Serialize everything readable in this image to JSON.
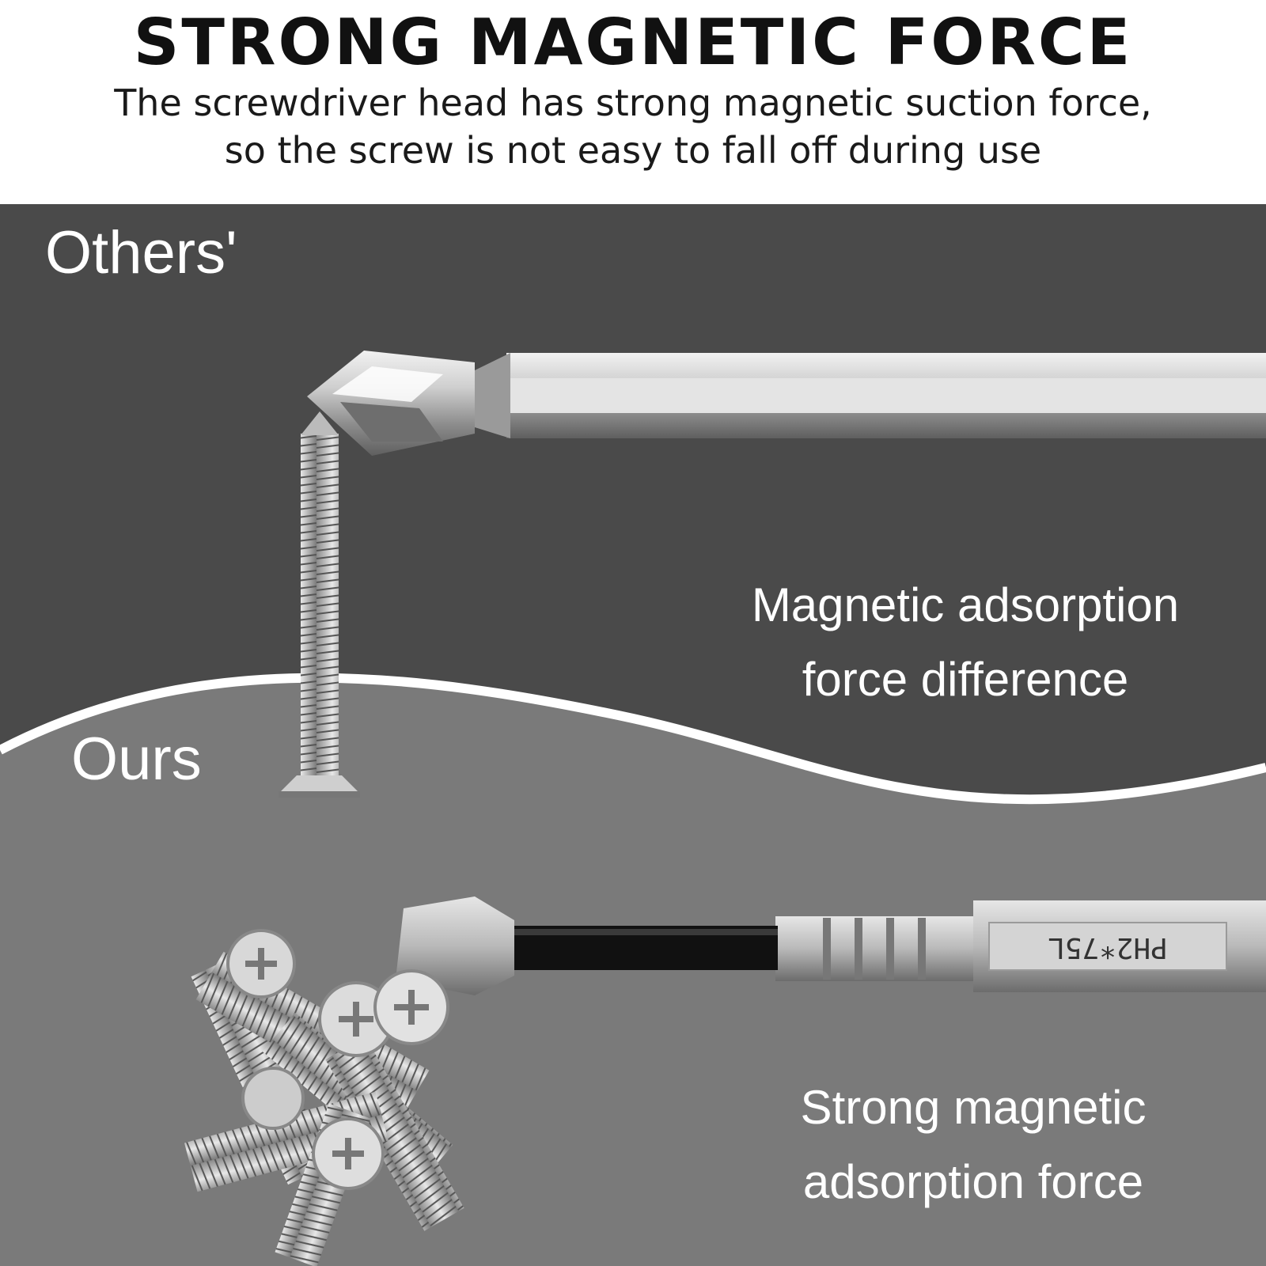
{
  "header": {
    "headline": "STRONG MAGNETIC FORCE",
    "subtext_line1": "The screwdriver head has strong magnetic suction force,",
    "subtext_line2": "so the screw is not easy to fall off during use"
  },
  "others": {
    "label": "Others'",
    "caption_line1": "Magnetic adsorption",
    "caption_line2": "force difference"
  },
  "ours": {
    "label": "Ours",
    "caption_line1": "Strong magnetic",
    "caption_line2": "adsorption force",
    "bit_marking": "PH2*75L"
  },
  "colors": {
    "top_panel": "#4a4a4a",
    "bottom_panel": "#7a7a7a",
    "divider": "#ffffff"
  }
}
